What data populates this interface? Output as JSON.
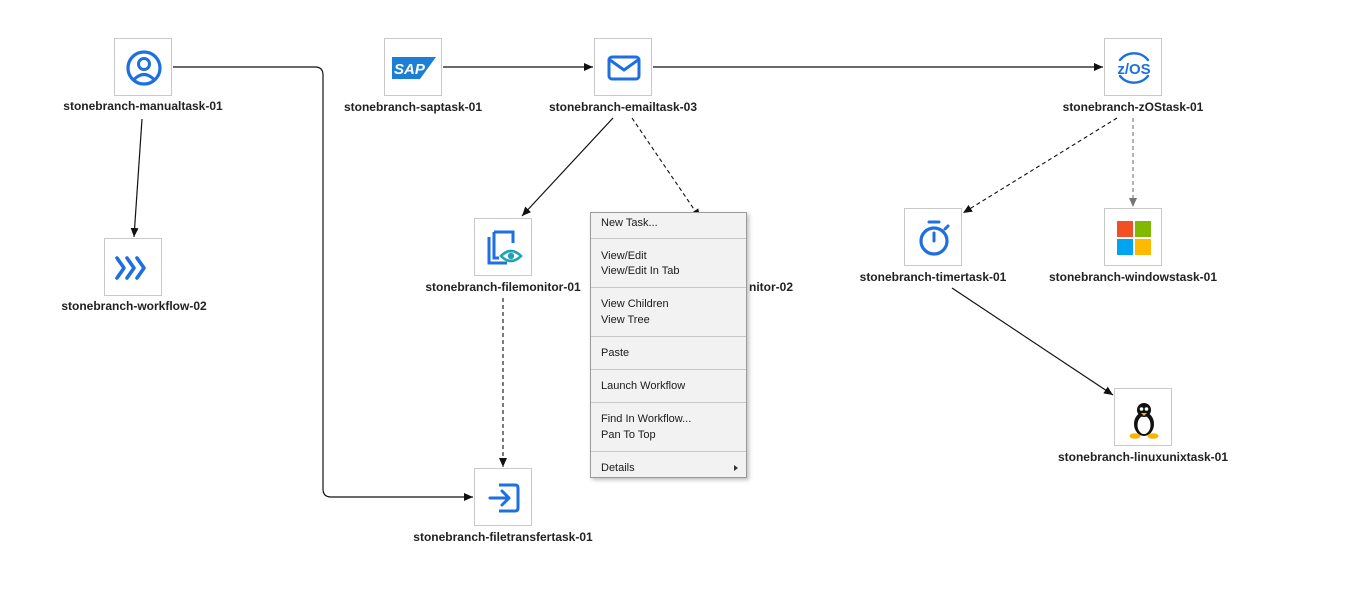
{
  "nodes": {
    "manualtask": {
      "label": "stonebranch-manualtask-01",
      "icon": "user-circle-icon"
    },
    "workflow": {
      "label": "stonebranch-workflow-02",
      "icon": "chevrons-right-icon"
    },
    "saptask": {
      "label": "stonebranch-saptask-01",
      "icon": "sap-logo-icon",
      "logo_text": "SAP"
    },
    "emailtask": {
      "label": "stonebranch-emailtask-03",
      "icon": "envelope-icon"
    },
    "zostask": {
      "label": "stonebranch-zOStask-01",
      "icon": "zos-logo-icon",
      "logo_text": "z/OS"
    },
    "filemonitor1": {
      "label": "stonebranch-filemonitor-01",
      "icon": "file-monitor-eye-icon"
    },
    "filemonitor2": {
      "label": "nitor-02"
    },
    "timertask": {
      "label": "stonebranch-timertask-01",
      "icon": "stopwatch-icon"
    },
    "windowstask": {
      "label": "stonebranch-windowstask-01",
      "icon": "windows-logo-icon"
    },
    "linuxtask": {
      "label": "stonebranch-linuxunixtask-01",
      "icon": "linux-penguin-icon"
    },
    "filetransfer": {
      "label": "stonebranch-filetransfertask-01",
      "icon": "file-transfer-icon"
    }
  },
  "context_menu": {
    "new_task": "New Task...",
    "view_edit": "View/Edit",
    "view_edit_tab": "View/Edit In Tab",
    "view_children": "View Children",
    "view_tree": "View Tree",
    "paste": "Paste",
    "launch_workflow": "Launch Workflow",
    "find_in_workflow": "Find In Workflow...",
    "pan_to_top": "Pan To Top",
    "details": "Details"
  },
  "colors": {
    "icon_blue": "#1e6fe0",
    "sap_blue": "#1d7fd4",
    "win_red": "#f25022",
    "win_green": "#7fba00",
    "win_blue": "#00a4ef",
    "win_yellow": "#ffb900",
    "eye_teal": "#1fa3b6"
  }
}
